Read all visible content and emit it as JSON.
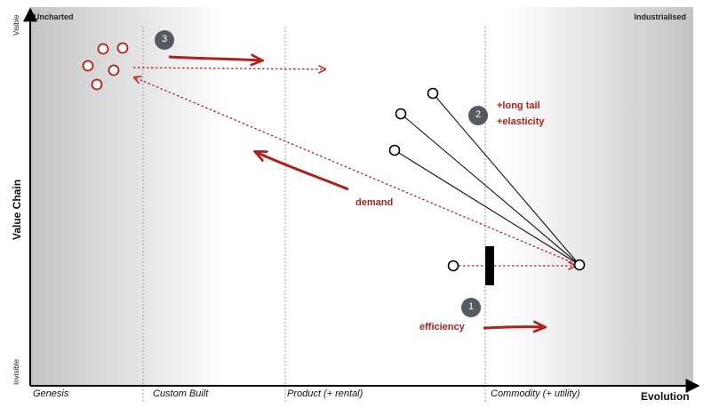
{
  "map": {
    "corners": {
      "top_left": "Uncharted",
      "top_right": "Industrialised"
    },
    "y_axis": {
      "top": "Visible",
      "bottom": "Invisible",
      "title": "Value Chain"
    },
    "x_axis": {
      "title": "Evolution",
      "stages": [
        "Genesis",
        "Custom Built",
        "Product (+ rental)",
        "Commodity (+ utility)"
      ]
    },
    "annotations": {
      "long_tail": "+long tail",
      "elasticity": "+elasticity",
      "demand": "demand",
      "efficiency": "efficiency"
    },
    "badges": [
      "1",
      "2",
      "3"
    ],
    "colors": {
      "accent": "#b22018",
      "badge": "#555a60",
      "ink": "#000000"
    }
  }
}
